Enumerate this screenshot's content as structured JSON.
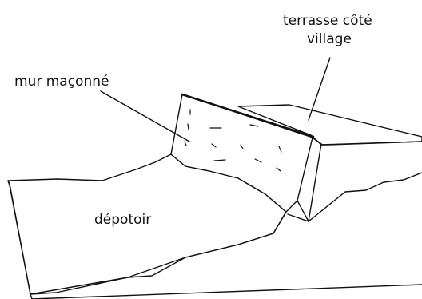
{
  "labels": {
    "terrace_line1": "terrasse côté",
    "terrace_line2": "village",
    "wall": "mur maçonné",
    "dump": "dépotoir"
  }
}
